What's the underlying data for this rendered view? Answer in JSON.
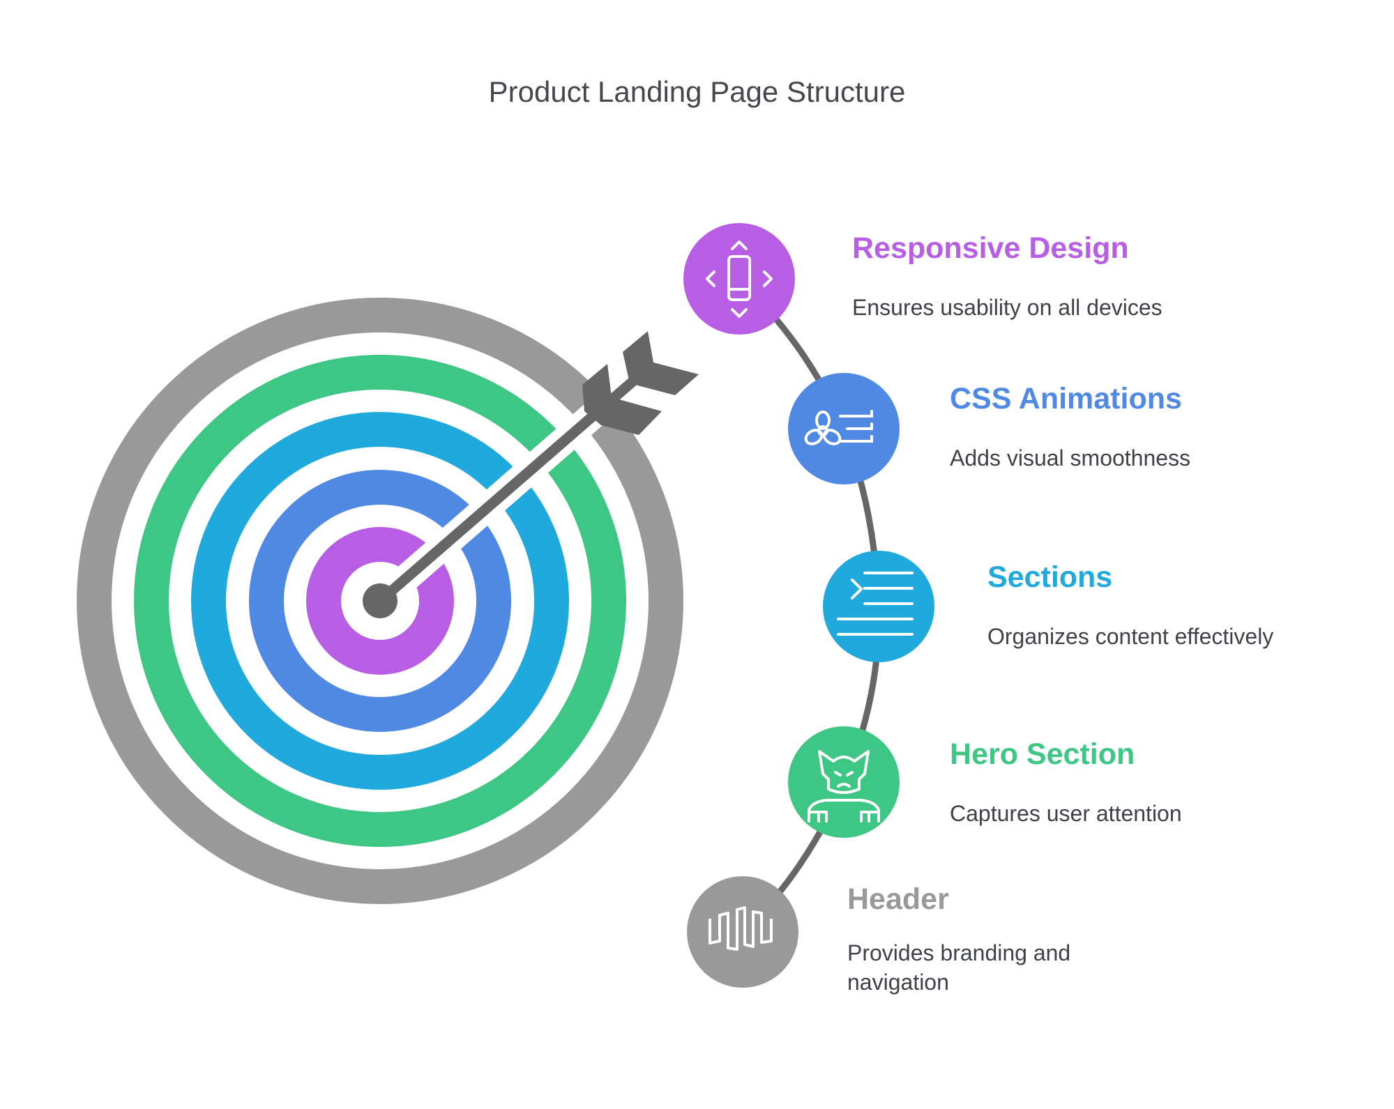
{
  "title": "Product Landing Page Structure",
  "items": [
    {
      "title": "Responsive Design",
      "desc": "Ensures usability on all devices",
      "color": "#b85ee4",
      "icon": "responsive-device-icon"
    },
    {
      "title": "CSS Animations",
      "desc": "Adds visual smoothness",
      "color": "#4f89e4",
      "icon": "fan-motion-icon"
    },
    {
      "title": "Sections",
      "desc": "Organizes content effectively",
      "color": "#1fa9dc",
      "icon": "indented-list-icon"
    },
    {
      "title": "Hero Section",
      "desc": "Captures user attention",
      "color": "#3ec685",
      "icon": "masked-hero-icon"
    },
    {
      "title": "Header",
      "desc": "Provides branding and navigation",
      "color": "#999999",
      "icon": "square-wave-icon"
    }
  ],
  "target": {
    "ring_colors": [
      "#999999",
      "#3ec685",
      "#1fa9dc",
      "#4f89e4",
      "#b85ee4"
    ],
    "arrow_color": "#666666"
  }
}
